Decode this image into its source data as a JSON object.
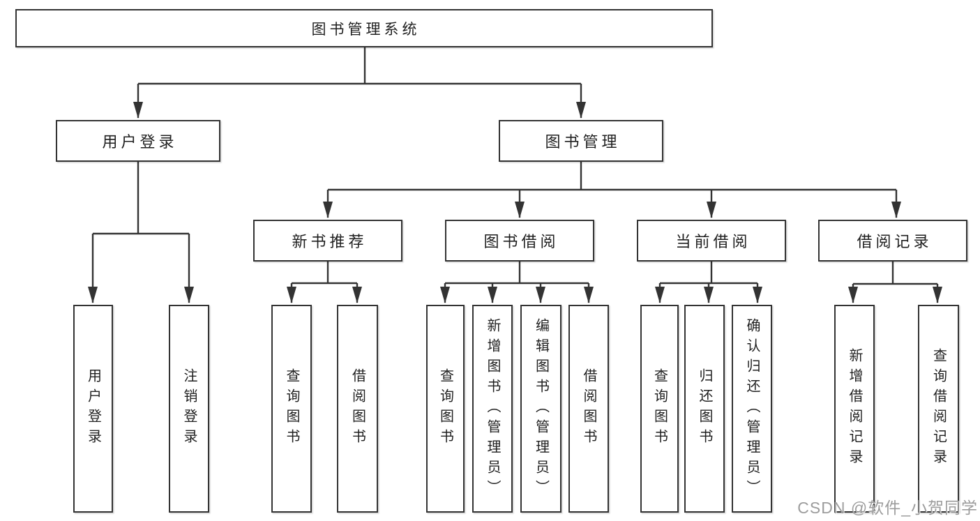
{
  "tree": {
    "root": {
      "label": "图书管理系统",
      "children": [
        {
          "label": "用户登录",
          "children": [
            {
              "label": "用户登录"
            },
            {
              "label": "注销登录"
            }
          ]
        },
        {
          "label": "图书管理",
          "children": [
            {
              "label": "新书推荐",
              "children": [
                {
                  "label": "查询图书"
                },
                {
                  "label": "借阅图书"
                }
              ]
            },
            {
              "label": "图书借阅",
              "children": [
                {
                  "label": "查询图书"
                },
                {
                  "label": "新增图书（管理员）"
                },
                {
                  "label": "编辑图书（管理员）"
                },
                {
                  "label": "借阅图书"
                }
              ]
            },
            {
              "label": "当前借阅",
              "children": [
                {
                  "label": "查询图书"
                },
                {
                  "label": "归还图书"
                },
                {
                  "label": "确认归还（管理员）"
                }
              ]
            },
            {
              "label": "借阅记录",
              "children": [
                {
                  "label": "新增借阅记录"
                },
                {
                  "label": "查询借阅记录"
                }
              ]
            }
          ]
        }
      ]
    }
  },
  "watermark": {
    "text": "CSDN @软件_小贺同学"
  },
  "colors": {
    "line": "#333333",
    "box_border": "#333333",
    "text": "#1f1f1f",
    "watermark": "#9c9c9c",
    "background": "#ffffff"
  }
}
